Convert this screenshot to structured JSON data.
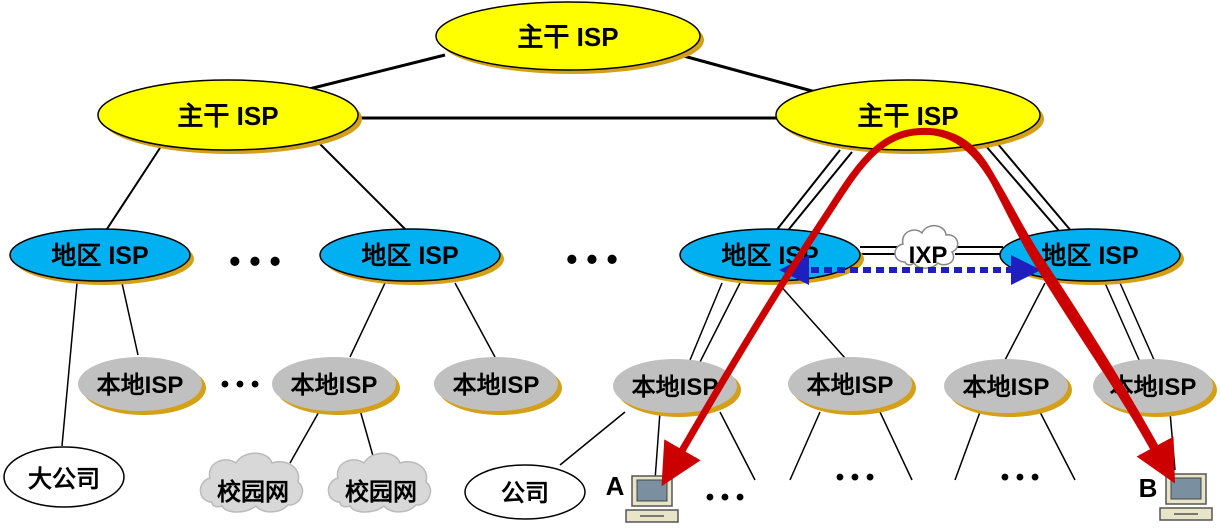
{
  "labels": {
    "backbone_top": "主干 ISP",
    "backbone_left": "主干 ISP",
    "backbone_right": "主干 ISP",
    "regional_1": "地区 ISP",
    "regional_2": "地区 ISP",
    "regional_3": "地区 ISP",
    "regional_4": "地区 ISP",
    "ixp": "IXP",
    "local_1": "本地ISP",
    "local_2": "本地ISP",
    "local_3": "本地ISP",
    "local_4": "本地ISP",
    "local_5": "本地ISP",
    "local_6": "本地ISP",
    "local_7": "本地ISP",
    "big_company": "大公司",
    "campus_1": "校园网",
    "campus_2": "校园网",
    "company": "公司",
    "host_a": "A",
    "host_b": "B",
    "dots_regional_1": "• • •",
    "dots_regional_2": "• • •",
    "dots_local": "• • •",
    "dots_bottom_1": "• • •",
    "dots_bottom_2": "• • •",
    "dots_bottom_3": "• • •"
  },
  "colors": {
    "backbone_fill": "#ffff00",
    "regional_fill": "#00b0f0",
    "local_fill": "#c0c0c0",
    "shadow": "#d4a017",
    "path_arrow": "#cc0000",
    "ixp_link": "#1f1fbf"
  }
}
